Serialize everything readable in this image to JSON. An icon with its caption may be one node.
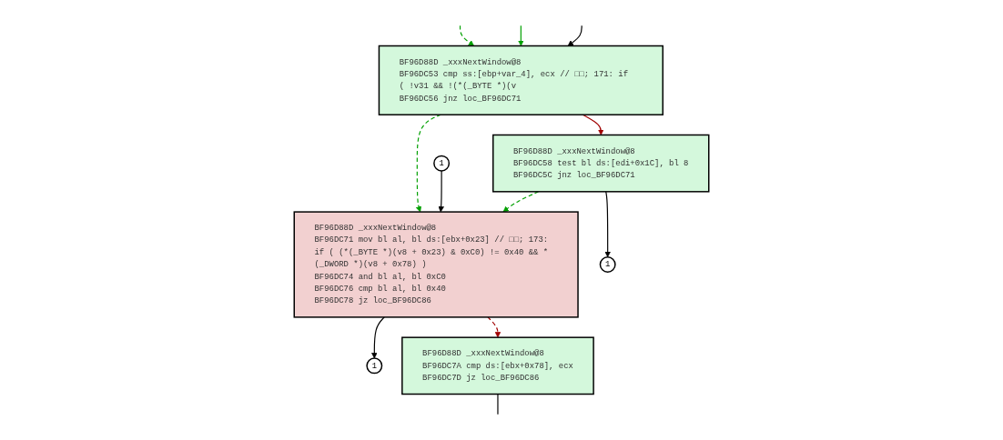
{
  "diagram": {
    "nodes": [
      {
        "text": [
          "BF96D88D _xxxNextWindow@8",
          "BF96DC53 cmp ss:[ebp+var_4], ecx // □□; 171: if ( !v31 && !(*(_BYTE *)(v",
          "BF96DC56 jnz loc_BF96DC71"
        ]
      },
      {
        "text": [
          "BF96D88D _xxxNextWindow@8",
          "BF96DC58 test bl ds:[edi+0x1C], bl 8",
          "BF96DC5C jnz loc_BF96DC71"
        ]
      },
      {
        "text": [
          "1"
        ]
      },
      {
        "text": [
          "BF96D88D _xxxNextWindow@8",
          "BF96DC71 mov bl al, bl ds:[ebx+0x23] // □□; 173: if ( (*(_BYTE *)(v8 + 0x23) & 0xC0) != 0x40 && *(_DWORD *)(v8 + 0x78) )",
          "BF96DC74 and bl al, bl 0xC0",
          "BF96DC76 cmp bl al, bl 0x40",
          "BF96DC78 jz loc_BF96DC86"
        ]
      },
      {
        "text": [
          "1"
        ]
      },
      {
        "text": [
          "1"
        ]
      },
      {
        "text": [
          "BF96D88D _xxxNextWindow@8",
          "BF96DC7A cmp ds:[ebx+0x78], ecx",
          "BF96DC7D jz loc_BF96DC86"
        ]
      }
    ],
    "edges": [
      {
        "from": null,
        "to": 0,
        "arrow": "to",
        "style": "dashed",
        "color": "#00a000"
      },
      {
        "from": null,
        "to": 0,
        "arrow": "to",
        "color": "#00a000"
      },
      {
        "from": null,
        "to": 0,
        "arrow": "to"
      },
      {
        "from": 0,
        "to": 3,
        "arrow": "to",
        "style": "dashed",
        "color": "#00a000"
      },
      {
        "from": 0,
        "to": 1,
        "arrow": "to",
        "color": "#a00000"
      },
      {
        "from": 2,
        "to": 3,
        "arrow": "to"
      },
      {
        "from": 1,
        "to": 3,
        "arrow": "to",
        "style": "dashed",
        "color": "#00a000"
      },
      {
        "from": 1,
        "to": 4,
        "arrow": "to"
      },
      {
        "from": 3,
        "to": 5,
        "arrow": "to"
      },
      {
        "from": 3,
        "to": 6,
        "arrow": "to",
        "style": "dashed",
        "color": "#a00000"
      },
      {
        "from": 6,
        "to": null,
        "arrow": "none"
      }
    ]
  }
}
